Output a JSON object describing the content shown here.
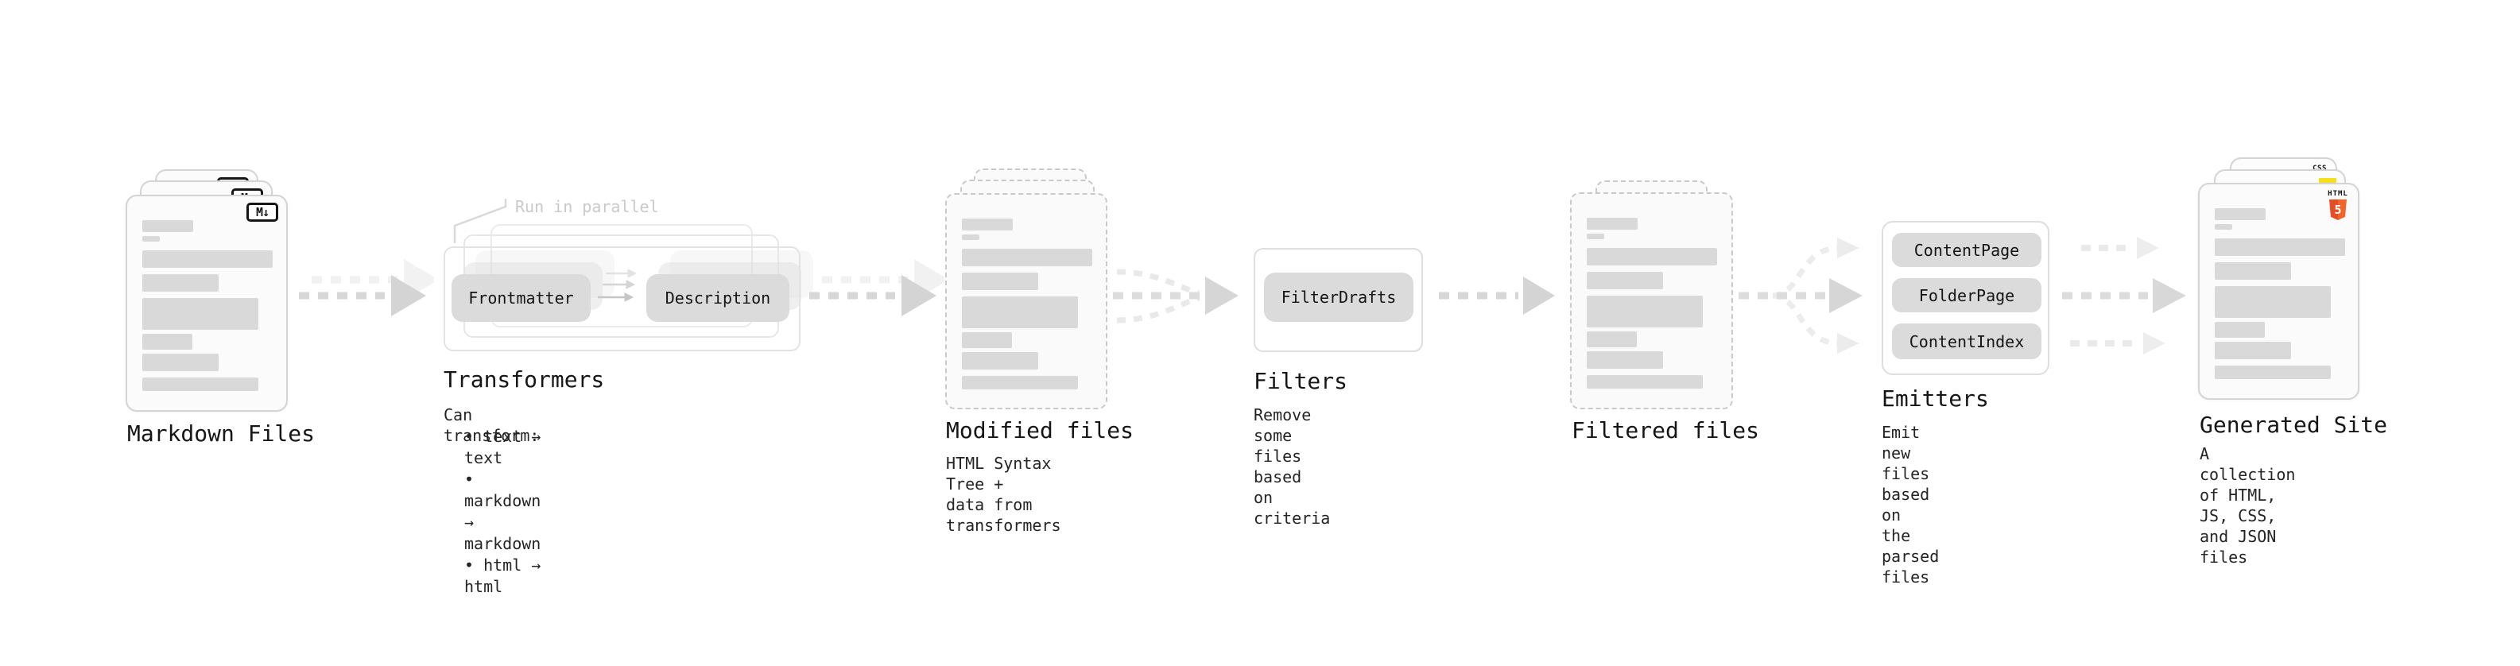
{
  "stages": {
    "markdown_files": {
      "label": "Markdown Files",
      "file_badge": "M↓"
    },
    "transformers": {
      "label": "Transformers",
      "annotation": "Run in parallel",
      "pill_left": "Frontmatter",
      "pill_right": "Description",
      "description": "Can transform:",
      "bullets": [
        "• text → text",
        "• markdown → markdown",
        "• html → html"
      ]
    },
    "modified_files": {
      "label": "Modified files",
      "description": "HTML Syntax Tree +\ndata from transformers"
    },
    "filters": {
      "label": "Filters",
      "pill": "FilterDrafts",
      "description": "Remove some files based\non criteria"
    },
    "filtered_files": {
      "label": "Filtered files"
    },
    "emitters": {
      "label": "Emitters",
      "pills": [
        "ContentPage",
        "FolderPage",
        "ContentIndex"
      ],
      "description": "Emit new files based on\nthe parsed files"
    },
    "generated_site": {
      "label": "Generated Site",
      "description": "A collection of HTML,\nJS, CSS, and JSON files",
      "badges": {
        "css": "CSS",
        "html_text": "HTML",
        "html_number": "5"
      }
    }
  },
  "colors": {
    "html5_orange": "#e44d26",
    "html5_orange_light": "#f16529",
    "js_yellow": "#f7df1e",
    "css_blue": "#2965f1",
    "placeholder_gray": "#d9d9d9",
    "arrow_gray": "#d6d6d6",
    "card_border": "#d4d4d4",
    "dashed_border": "#c9c9c9"
  }
}
